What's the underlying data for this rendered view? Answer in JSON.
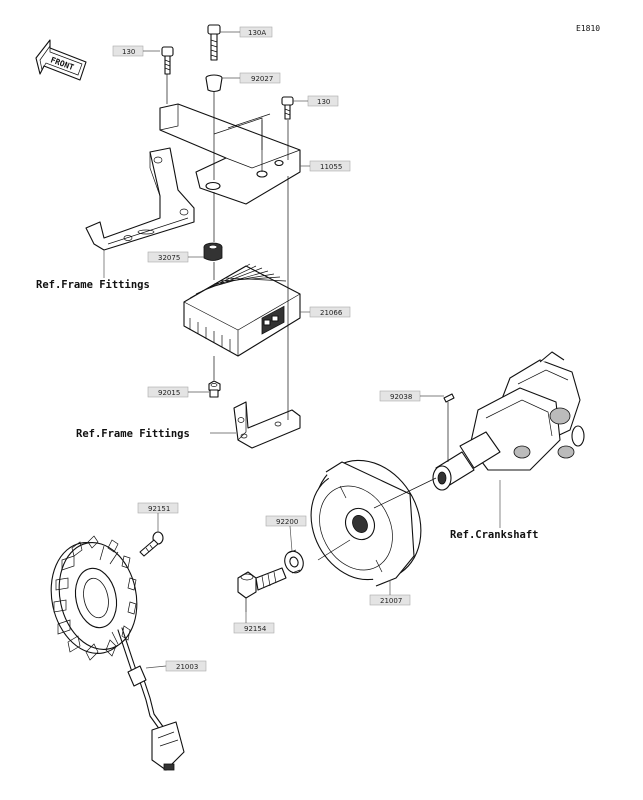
{
  "diagram_code": "E1810",
  "front_label": "FRONT",
  "parts": [
    {
      "id": "130a",
      "number": "130"
    },
    {
      "id": "130A",
      "number": "130A"
    },
    {
      "id": "92027",
      "number": "92027"
    },
    {
      "id": "130b",
      "number": "130"
    },
    {
      "id": "11055",
      "number": "11055"
    },
    {
      "id": "32075",
      "number": "32075"
    },
    {
      "id": "21066",
      "number": "21066"
    },
    {
      "id": "92015",
      "number": "92015"
    },
    {
      "id": "92038",
      "number": "92038"
    },
    {
      "id": "92151",
      "number": "92151"
    },
    {
      "id": "92200",
      "number": "92200"
    },
    {
      "id": "21007",
      "number": "21007"
    },
    {
      "id": "92154",
      "number": "92154"
    },
    {
      "id": "21003",
      "number": "21003"
    }
  ],
  "references": {
    "frame_fittings_top": "Ref.Frame Fittings",
    "frame_fittings_bottom": "Ref.Frame Fittings",
    "crankshaft": "Ref.Crankshaft"
  }
}
